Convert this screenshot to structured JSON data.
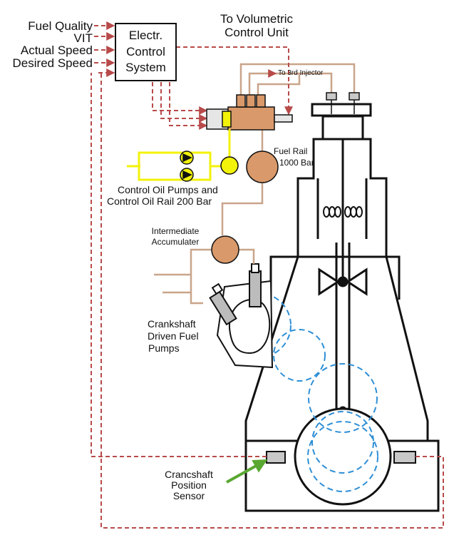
{
  "inputs": {
    "fuel_quality": "Fuel Quality",
    "vit": "VIT",
    "actual_speed": "Actual Speed",
    "desired_speed": "Desired Speed"
  },
  "ecs": {
    "line1": "Electr.",
    "line2": "Control",
    "line3": "System"
  },
  "volumetric": {
    "line1": "To Volumetric",
    "line2": "Control Unit"
  },
  "third_injector": "To 3rd Injector",
  "fuel_rail": {
    "line1": "Fuel Rail",
    "line2": "1000 Bar"
  },
  "control_oil": {
    "line1": "Control Oil Pumps and",
    "line2": "Control Oil Rail 200 Bar"
  },
  "accumulator": {
    "line1": "Intermediate",
    "line2": "Accumulater"
  },
  "crank_pumps": {
    "line1": "Crankshaft",
    "line2": "Driven Fuel",
    "line3": "Pumps"
  },
  "sensor": {
    "line1": "Crancshaft",
    "line2": "Position",
    "line3": "Sensor"
  },
  "colors": {
    "signal": "#b84a4a",
    "fuel_pipe": "#c9a48a",
    "vessel": "#d9996a",
    "oil_yellow": "#f2f20a",
    "gear_blue": "#2e8fd6",
    "arrow_green": "#5aa832",
    "outline": "#111111"
  }
}
